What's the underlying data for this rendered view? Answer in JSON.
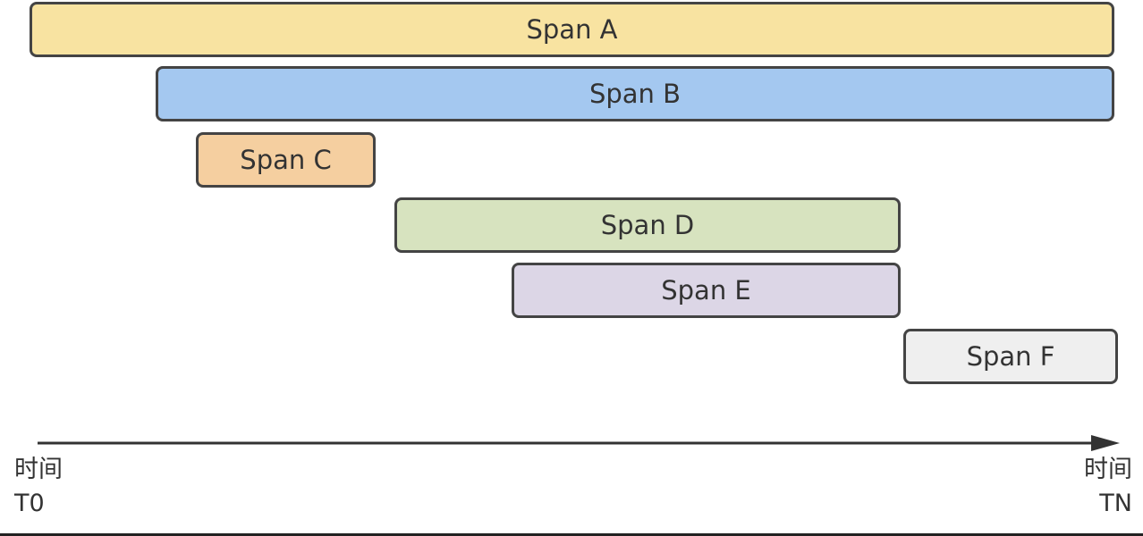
{
  "spans": [
    {
      "id": "a",
      "label": "Span A",
      "color": "#f8e3a1"
    },
    {
      "id": "b",
      "label": "Span B",
      "color": "#a4c8f0"
    },
    {
      "id": "c",
      "label": "Span C",
      "color": "#f5cfa0"
    },
    {
      "id": "d",
      "label": "Span D",
      "color": "#d7e3bf"
    },
    {
      "id": "e",
      "label": "Span E",
      "color": "#dcd6e6"
    },
    {
      "id": "f",
      "label": "Span F",
      "color": "#efefef"
    }
  ],
  "axis": {
    "start_label": "时间",
    "start_value": "T0",
    "end_label": "时间",
    "end_value": "TN",
    "color": "#333333"
  }
}
